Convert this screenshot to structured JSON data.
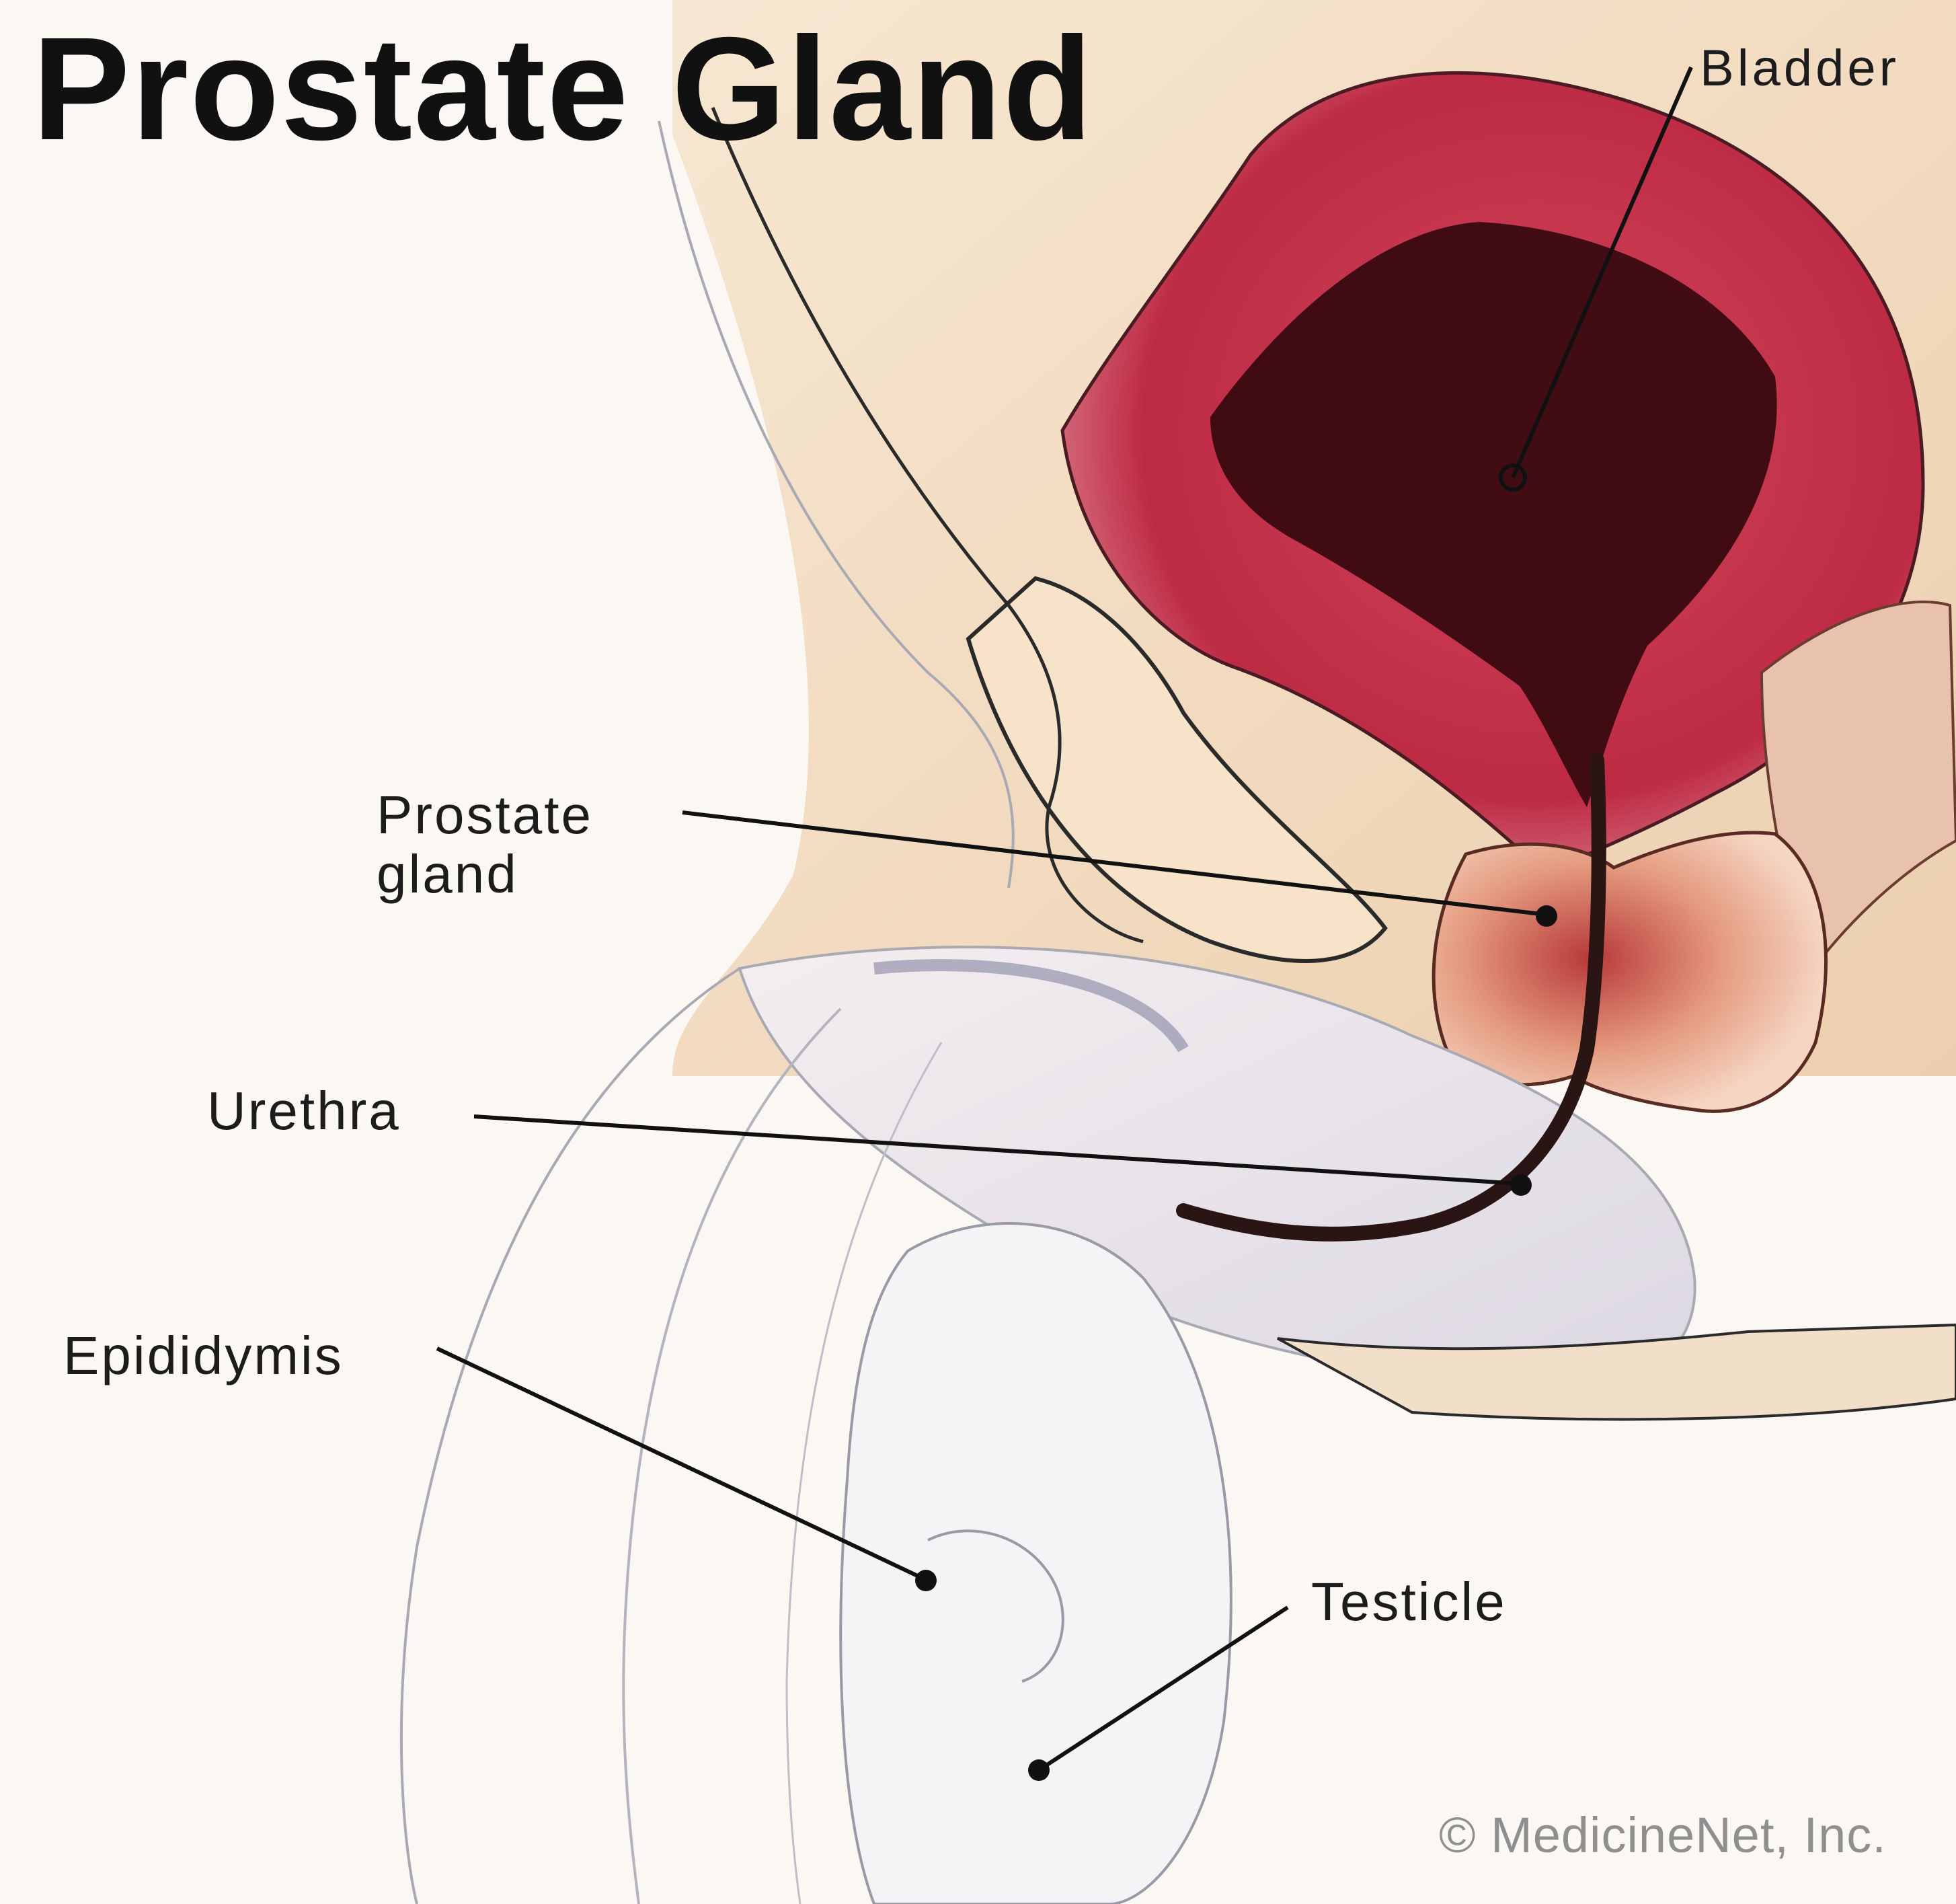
{
  "title": "Prostate Gland",
  "labels": {
    "bladder": "Bladder",
    "prostate_line1": "Prostate",
    "prostate_line2": "gland",
    "urethra": "Urethra",
    "epididymis": "Epididymis",
    "testicle": "Testicle"
  },
  "copyright": "© MedicineNet, Inc.",
  "colors": {
    "background": "#fbf8f3",
    "skin": "#f0dcc0",
    "bladder": "#b8243f",
    "bladder_interior": "#3a0a10",
    "prostate": "#e8a87c",
    "leader_line": "#111111",
    "outline_gray": "#a9a9b4"
  }
}
